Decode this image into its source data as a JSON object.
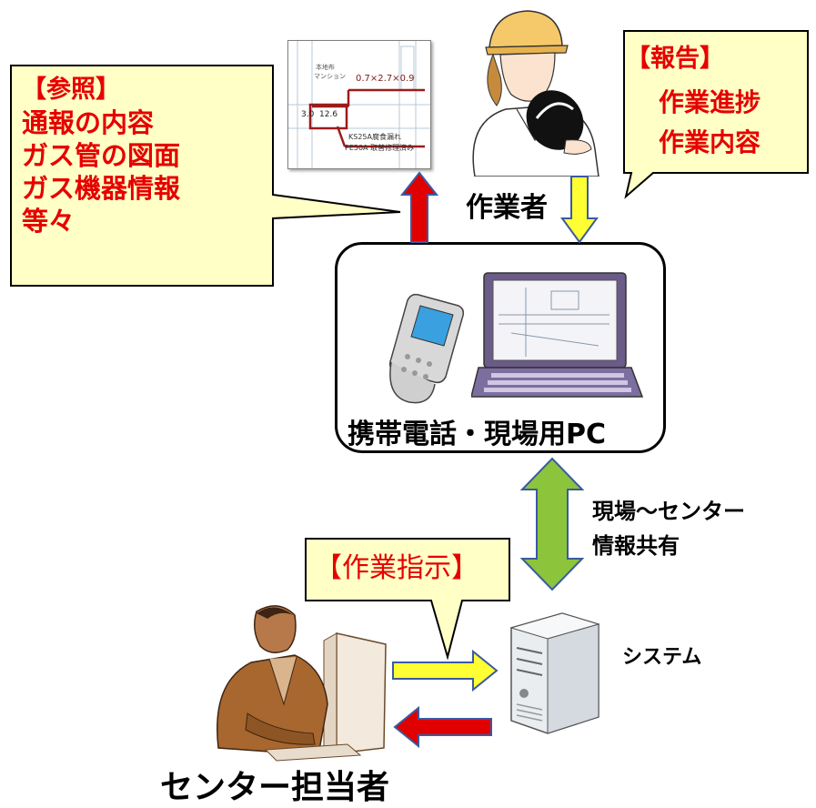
{
  "reference_callout": {
    "title": "【参照】",
    "lines": [
      "通報の内容",
      "ガス管の図面",
      "ガス機器情報",
      "等々"
    ]
  },
  "report_callout": {
    "title": "【報告】",
    "lines": [
      "作業進捗",
      "作業内容"
    ]
  },
  "instruction_callout": {
    "title": "【作業指示】"
  },
  "labels": {
    "worker": "作業者",
    "devices": "携帯電話・現場用PC",
    "share_line1": "現場～センター",
    "share_line2": "情報共有",
    "system": "システム",
    "center_staff": "センター担当者"
  },
  "drawing_texts": {
    "dims": "0.7×2.7×0.9",
    "left_values": "3.0  12.6",
    "leak": "KS25A腐食漏れ",
    "repair": "PE50A 取替修理済み",
    "corner_a": "本地布",
    "corner_b": "マンション"
  },
  "colors": {
    "callout_fill": "#ffffc6",
    "callout_text": "#e60000",
    "red_arrow": "#e00000",
    "yellow_arrow": "#ffff33",
    "green_arrow": "#8cc43c"
  }
}
